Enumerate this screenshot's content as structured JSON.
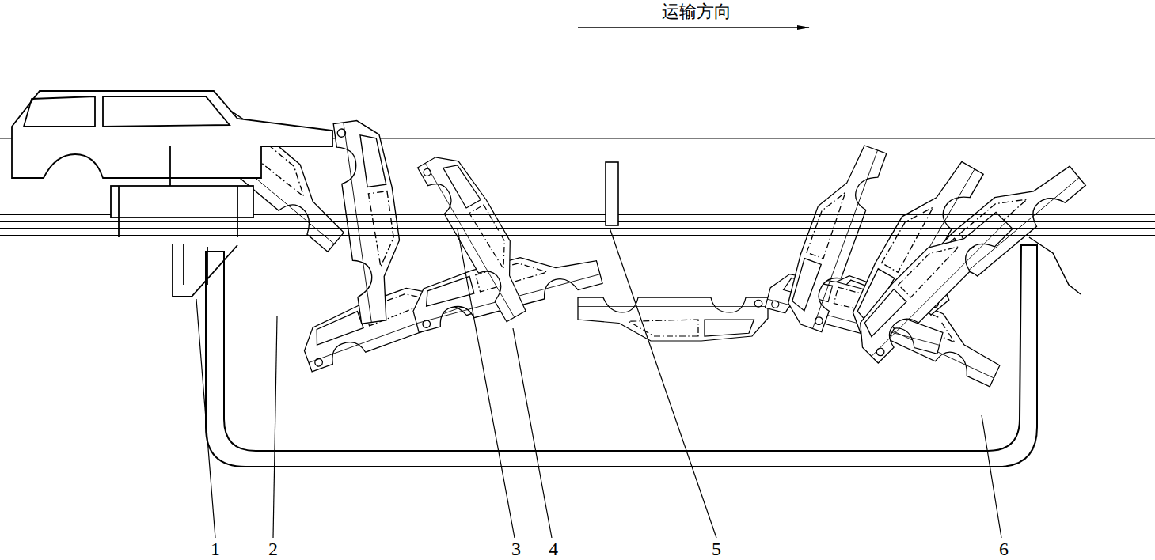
{
  "diagram": {
    "labels": [
      "运输方向",
      "1",
      "2",
      "3",
      "4",
      "5",
      "6"
    ]
  }
}
